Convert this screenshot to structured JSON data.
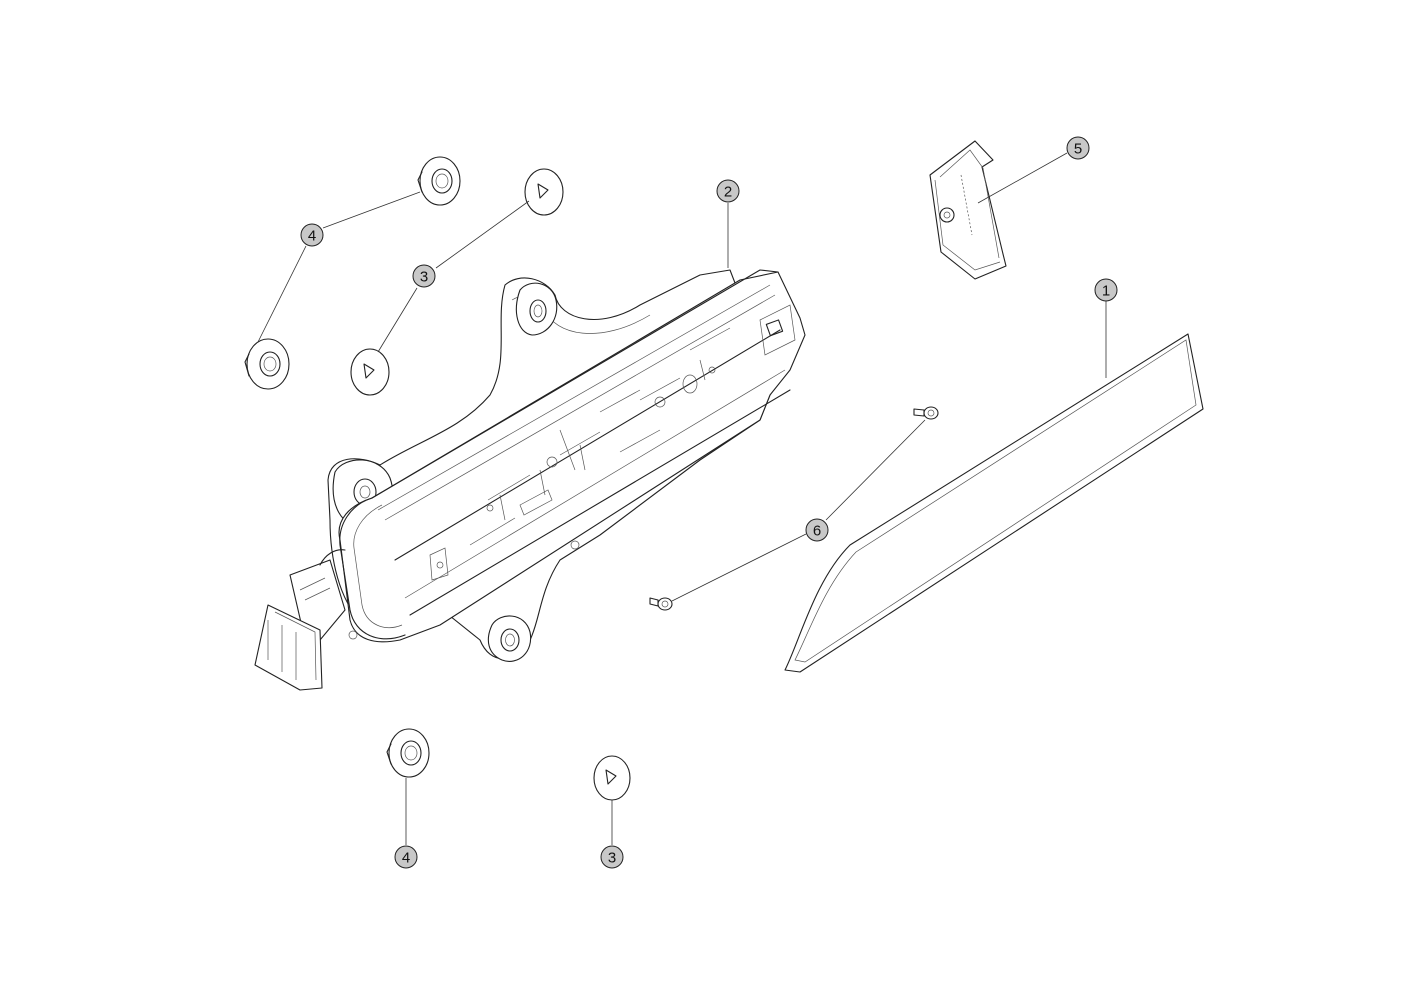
{
  "callouts": [
    {
      "id": "c1",
      "number": "1"
    },
    {
      "id": "c2",
      "number": "2"
    },
    {
      "id": "c3a",
      "number": "3"
    },
    {
      "id": "c3b",
      "number": "3"
    },
    {
      "id": "c4a",
      "number": "4"
    },
    {
      "id": "c4b",
      "number": "4"
    },
    {
      "id": "c5",
      "number": "5"
    },
    {
      "id": "c6",
      "number": "6"
    }
  ],
  "colors": {
    "callout_fill": "#c8c8c8",
    "line": "#222222",
    "background": "#ffffff"
  }
}
